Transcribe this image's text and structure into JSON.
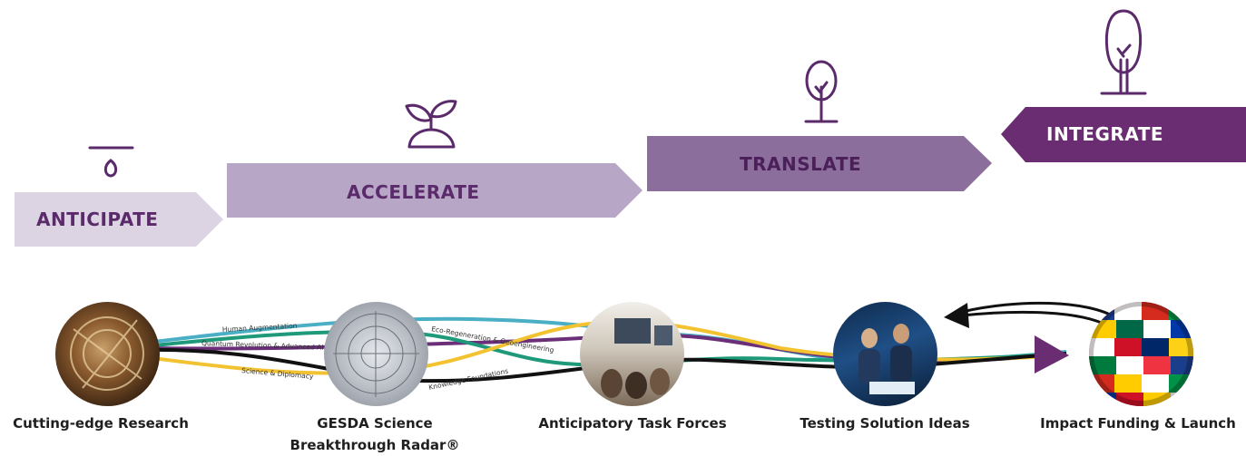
{
  "stages": [
    {
      "label": "ANTICIPATE",
      "color": "#dcd3e3",
      "text_color": "#5b2a6b"
    },
    {
      "label": "ACCELERATE",
      "color": "#b8a6c7",
      "text_color": "#5b2a6b"
    },
    {
      "label": "TRANSLATE",
      "color": "#8c6e9c",
      "text_color": "#4b1f5a"
    },
    {
      "label": "INTEGRATE",
      "color": "#6a2d72",
      "text_color": "#ffffff"
    }
  ],
  "stage_icons": [
    "seed-icon",
    "sprout-icon",
    "small-tree-icon",
    "tree-icon"
  ],
  "nodes": [
    {
      "caption": "Cutting-edge Research",
      "icon": "circuit-photo"
    },
    {
      "caption": "GESDA Science",
      "caption_line2": "Breakthrough Radar®",
      "icon": "radar-photo"
    },
    {
      "caption": "Anticipatory Task Forces",
      "icon": "meeting-photo"
    },
    {
      "caption": "Testing Solution Ideas",
      "icon": "team-photo"
    },
    {
      "caption": "Impact Funding & Launch",
      "icon": "flags-globe-photo"
    }
  ],
  "streams": [
    {
      "label": "Human Augmentation",
      "color": "#4aaec4"
    },
    {
      "label": "Quantum Revolution & Advanced AI",
      "color": "#6b2f7a"
    },
    {
      "label": "Eco-Regeneration & Geoengineering",
      "color": "#1e9a7a"
    },
    {
      "label": "Science & Diplomacy",
      "color": "#f2c230"
    },
    {
      "label": "Knowledge Foundations",
      "color": "#111111"
    }
  ],
  "icon_color": "#5b2a6b"
}
